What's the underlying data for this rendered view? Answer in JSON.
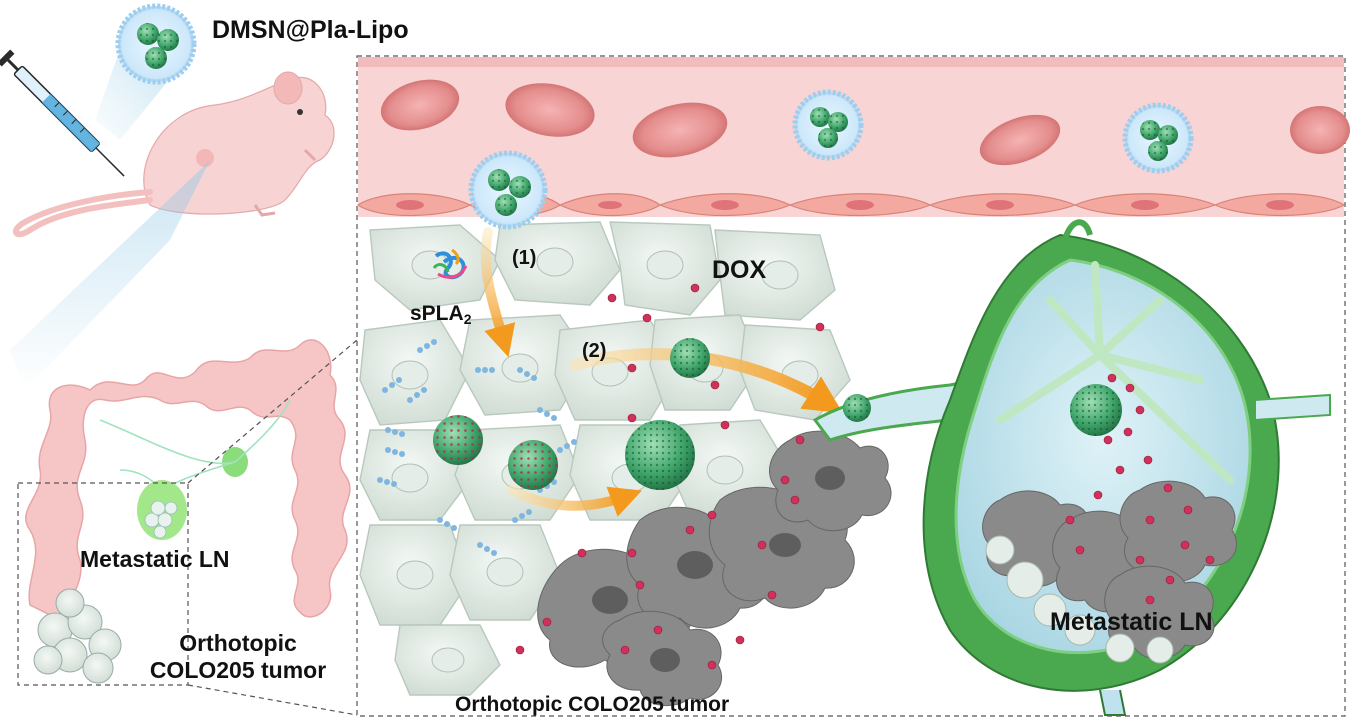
{
  "labels": {
    "formulation": "DMSN@Pla-Lipo",
    "drug": "DOX",
    "step1": "(1)",
    "step2": "(2)",
    "enzyme_main": "sPLA",
    "enzyme_sub": "2",
    "metastatic_ln_left": "Metastatic LN",
    "tumor_left_line1": "Orthotopic",
    "tumor_left_line2": "COLO205 tumor",
    "metastatic_ln_right": "Metastatic LN",
    "tumor_bottom": "Orthotopic COLO205 tumor"
  },
  "icons": {
    "syringe": "syringe-icon",
    "mouse": "mouse-icon",
    "liposome": "liposome-icon",
    "nanoparticle": "mesoporous-silica-nanoparticle-icon",
    "enzyme": "protein-structure-icon",
    "lymph_node": "lymph-node-icon",
    "colon": "colon-icon"
  },
  "colors": {
    "vessel": "#f4c2c2",
    "rbc": "#e38c8c",
    "tumor_cell": "#dfe8e2",
    "nanoparticle": "#3fa66a",
    "dox": "#d0305a",
    "lymph_node": "#4aa84e",
    "arrow": "#f5a623",
    "mouse": "#f6cfcf",
    "lipid": "#7fb6e0"
  }
}
